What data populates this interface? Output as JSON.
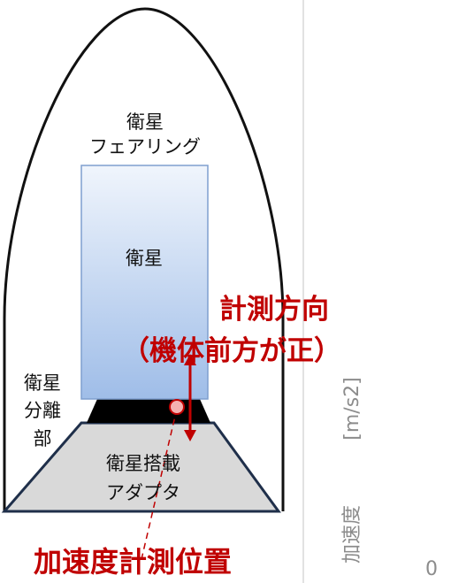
{
  "labels": {
    "fairing_line1": "衛星",
    "fairing_line2": "フェアリング",
    "satellite": "衛星",
    "separation_line1": "衛星",
    "separation_line2": "分離",
    "separation_line3": "部",
    "adapter_line1": "衛星搭載",
    "adapter_line2": "アダプタ",
    "direction_line1": "計測方向",
    "direction_line2": "（機体前方が正）",
    "measurement_position": "加速度計測位置"
  },
  "axis_panel": {
    "ylabel_text": "加速度",
    "ylabel_unit": "[m/s2]",
    "tick_zero": "0"
  },
  "colors": {
    "outline": "#111111",
    "satellite_fill_top": "#f0f5fc",
    "satellite_fill_bottom": "#9fbde8",
    "satellite_border": "#7f9fcf",
    "adapter_fill": "#d9d9d9",
    "adapter_border": "#1f2f4a",
    "separation_fill": "#000000",
    "accent_red": "#c00000",
    "marker_fill": "#f4b0b0",
    "panel_border": "#d9d9d9",
    "axis_text": "#8c8c8c"
  }
}
